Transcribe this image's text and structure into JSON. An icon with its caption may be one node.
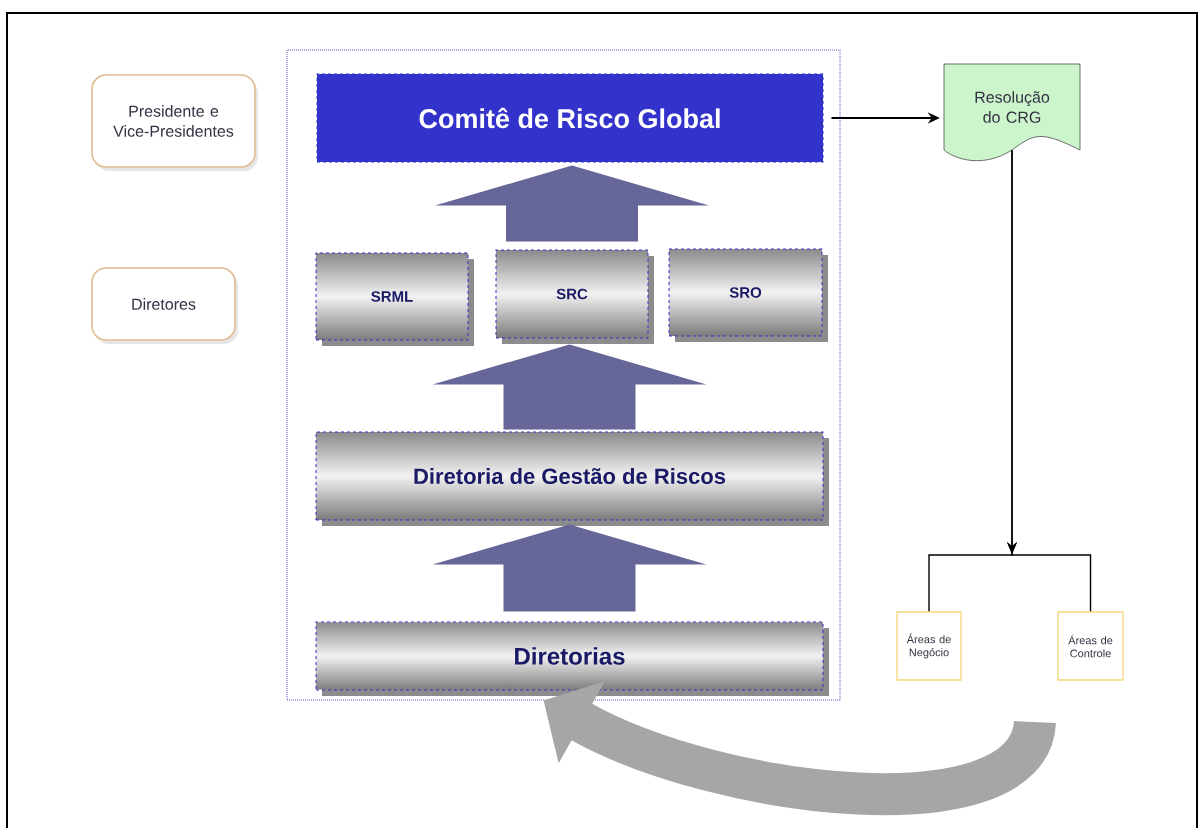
{
  "diagram": {
    "nodes": [
      {
        "text": [
          "Presidente e Vice-Presidentes"
        ]
      },
      {
        "text": [
          "Diretores"
        ]
      },
      {
        "text": [],
        "shape": "box"
      },
      {
        "text": [
          "Comitê de Risco Global"
        ],
        "in": 2
      },
      {
        "text": [
          "SRML"
        ],
        "in": 2
      },
      {
        "text": [
          "SRC"
        ],
        "in": 2
      },
      {
        "text": [
          "SRO"
        ],
        "in": 2
      },
      {
        "text": [
          "Diretoria de Gestão de Riscos"
        ],
        "in": 2
      },
      {
        "text": [
          "Diretorias"
        ],
        "in": 2
      },
      {
        "text": [
          "Resolução do CRG"
        ]
      },
      {
        "text": [
          "Áreas de Negócio"
        ]
      },
      {
        "text": [
          "Áreas de Controle"
        ]
      }
    ],
    "edges": [
      {
        "from": 8,
        "to": 7,
        "arrow": "to",
        "style": "thick",
        "color": "#666699"
      },
      {
        "from": 7,
        "to": 5,
        "arrow": "to",
        "style": "thick",
        "color": "#666699"
      },
      {
        "from": 5,
        "to": 3,
        "arrow": "to",
        "style": "thick",
        "color": "#666699"
      },
      {
        "from": 3,
        "to": 9,
        "arrow": "to",
        "color": "#000000"
      },
      {
        "from": 9,
        "to": 10,
        "arrow": "to",
        "color": "#000000"
      },
      {
        "from": 9,
        "to": 11,
        "arrow": "to",
        "color": "#000000"
      },
      {
        "from": null,
        "to": 2,
        "arrow": "to",
        "style": "thick",
        "color": "#a6a6a6"
      }
    ]
  }
}
